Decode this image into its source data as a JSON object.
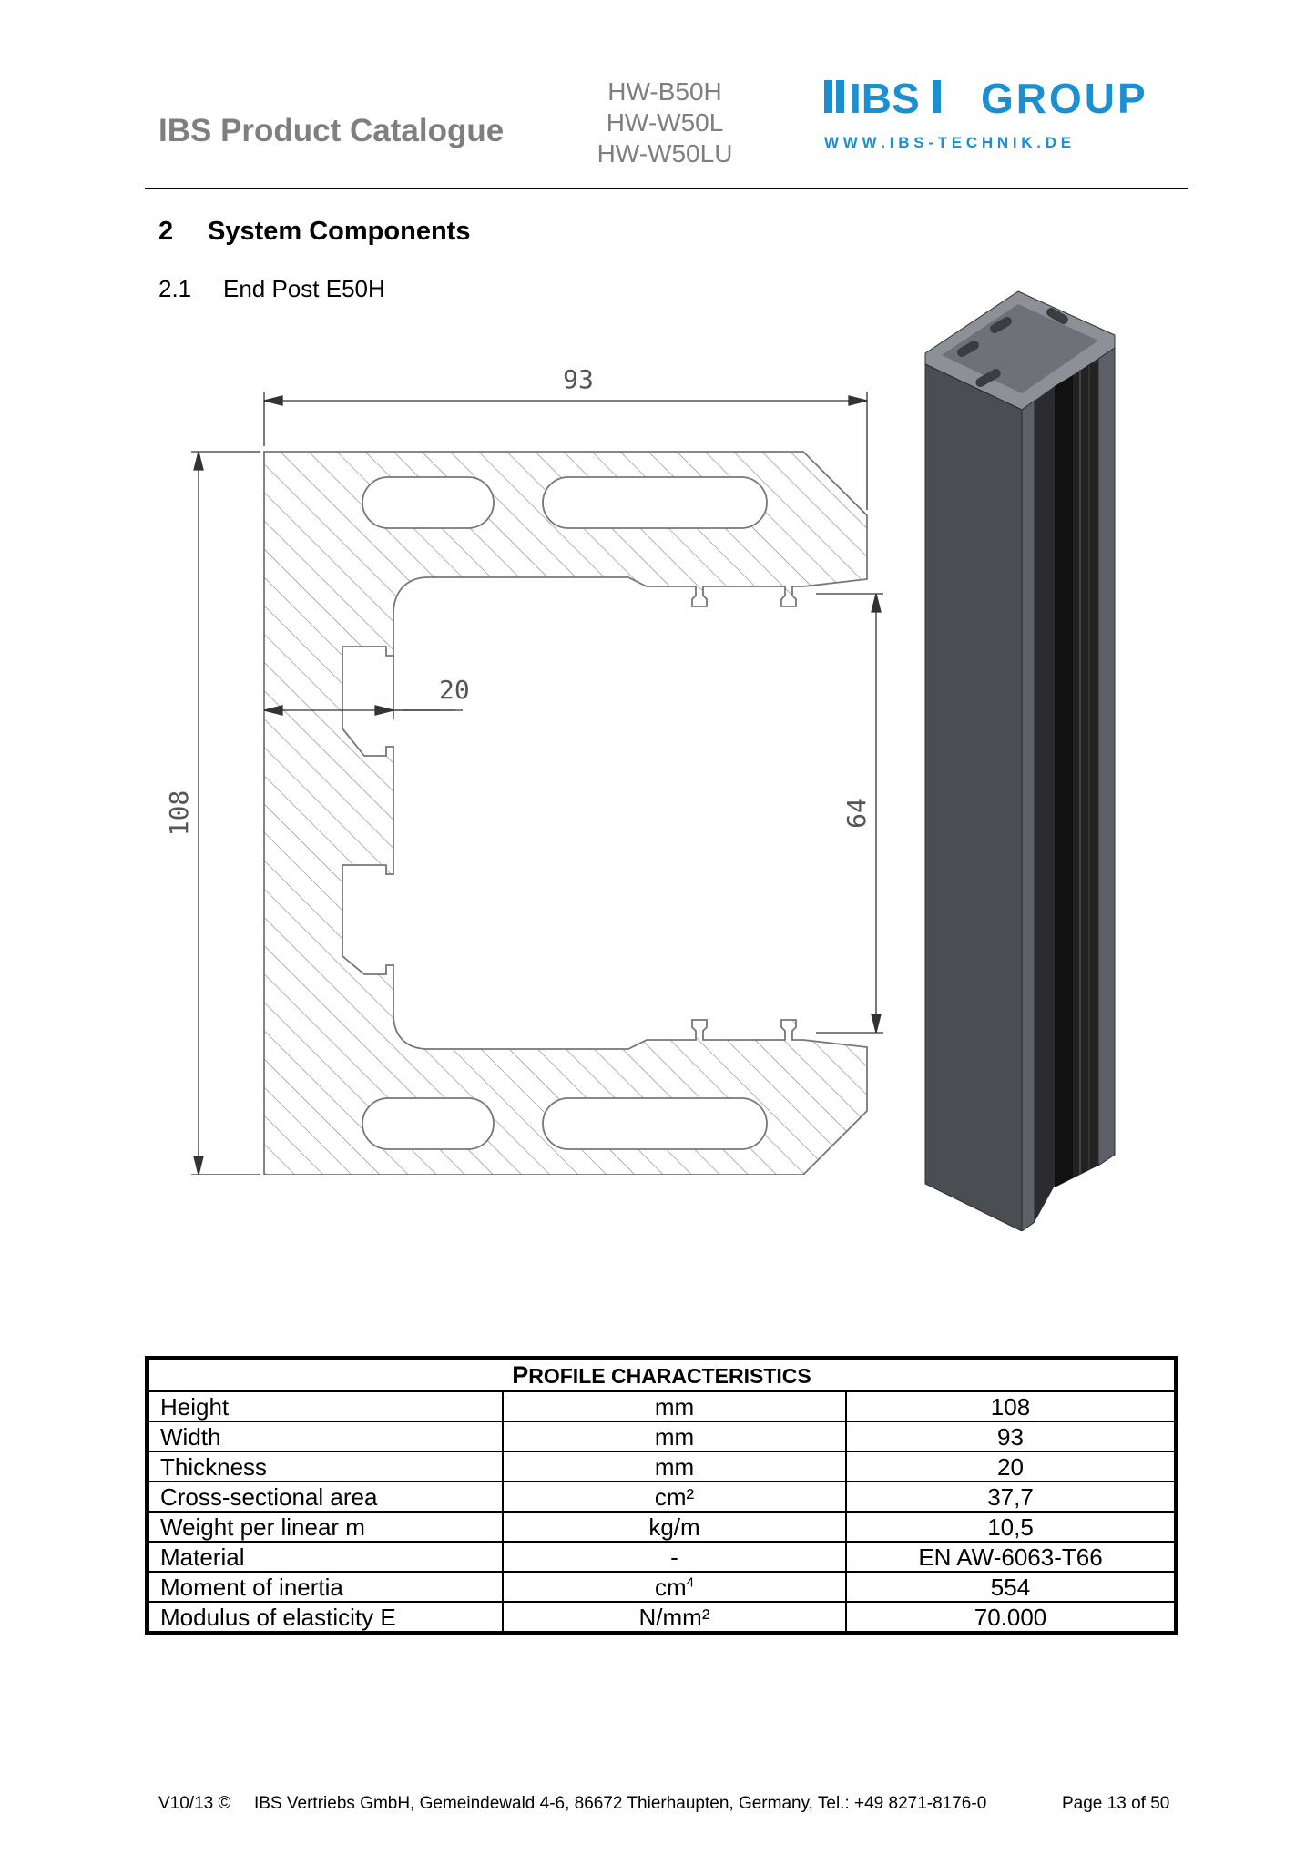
{
  "header": {
    "catalogue_title": "IBS Product Catalogue",
    "product_codes": [
      "HW-B50H",
      "HW-W50L",
      "HW-W50LU"
    ],
    "logo_text": "IBS GROUP",
    "logo_url_text": "W W W . I B S - T E C H N I K . D E"
  },
  "section": {
    "number": "2",
    "title": "System Components"
  },
  "subsection": {
    "number": "2.1",
    "title": "End Post E50H"
  },
  "drawing": {
    "dim_width": "93",
    "dim_height": "108",
    "dim_thickness": "20",
    "dim_inner": "64"
  },
  "table": {
    "header_prefix": "P",
    "header_rest": "ROFILE CHARACTERISTICS",
    "rows": [
      {
        "label": "Height",
        "unit": "mm",
        "value": "108"
      },
      {
        "label": "Width",
        "unit": "mm",
        "value": "93"
      },
      {
        "label": "Thickness",
        "unit": "mm",
        "value": "20"
      },
      {
        "label": "Cross-sectional area",
        "unit": "cm²",
        "value": "37,7"
      },
      {
        "label": "Weight per linear m",
        "unit": "kg/m",
        "value": "10,5"
      },
      {
        "label": "Material",
        "unit": "-",
        "value": "EN AW-6063-T66"
      },
      {
        "label": "Moment of inertia",
        "unit": "cm",
        "unit_sup": "4",
        "value": "554"
      },
      {
        "label": "Modulus of elasticity E",
        "unit": "N/mm²",
        "value": "70.000"
      }
    ]
  },
  "footer": {
    "version": "V10/13 ©",
    "company": "IBS Vertriebs GmbH, Gemeindewald 4-6, 86672 Thierhaupten, Germany, Tel.: +49 8271-8176-0",
    "page": "Page 13 of 50"
  },
  "colors": {
    "logo_blue": "#1a8fd1",
    "gray_text": "#7f7f7f",
    "post_dark": "#4a4d52",
    "post_mid": "#5d6066"
  }
}
